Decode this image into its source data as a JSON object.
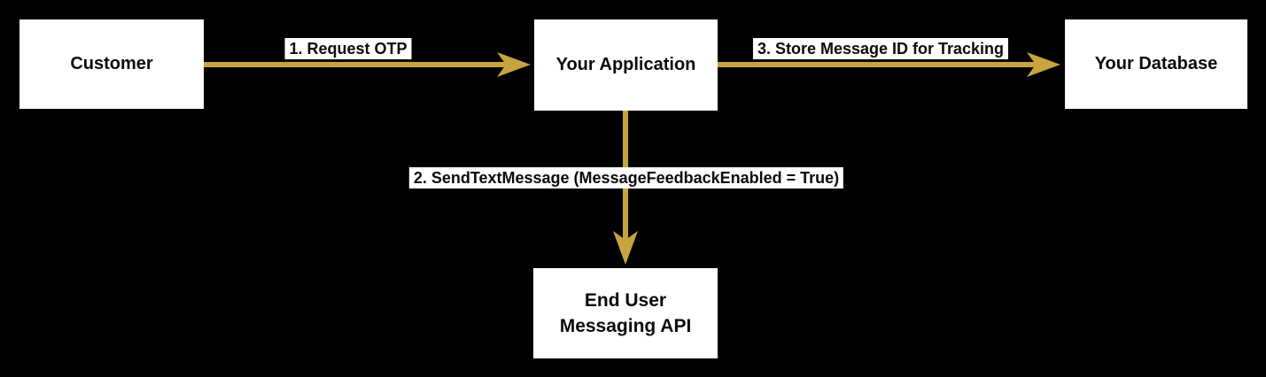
{
  "diagram": {
    "title": "OTP request message-flow diagram",
    "colors": {
      "background": "#000000",
      "gold": "#C8A43E",
      "node_fill": "#FFFFFF",
      "label_bg": "#FFFFFF",
      "text": "#0B0B0B"
    },
    "nodes": [
      {
        "id": "customer",
        "label": "Customer"
      },
      {
        "id": "application",
        "label": "Your Application"
      },
      {
        "id": "database",
        "label": "Your Database"
      },
      {
        "id": "end-user-messaging-api",
        "label": "End User Messaging API",
        "lines": [
          "End User",
          "Messaging API"
        ]
      }
    ],
    "edges": [
      {
        "id": "request-otp",
        "label": "1. Request OTP",
        "from": "Customer",
        "to": "Your Application",
        "direction": "right"
      },
      {
        "id": "send-text-message",
        "label": "2. SendTextMessage (MessageFeedbackEnabled = True)",
        "from": "Your Application",
        "to": "End User Messaging API",
        "direction": "down"
      },
      {
        "id": "store-message-id",
        "label": "3. Store Message ID for Tracking",
        "from": "Your Application",
        "to": "Your Database",
        "direction": "right"
      }
    ]
  }
}
